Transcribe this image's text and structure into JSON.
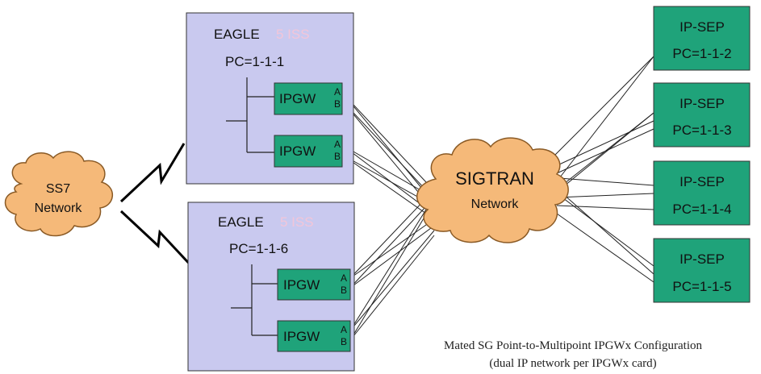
{
  "ss7_cloud": {
    "line1": "SS7",
    "line2": "Network"
  },
  "sigtran_cloud": {
    "line1": "SIGTRAN",
    "line2": "Network"
  },
  "eagle_top": {
    "title": "EAGLE",
    "title_suffix": "5 ISS",
    "pc": "PC=1-1-1",
    "cards": [
      {
        "label": "IPGW",
        "port_a": "A",
        "port_b": "B"
      },
      {
        "label": "IPGW",
        "port_a": "A",
        "port_b": "B"
      }
    ]
  },
  "eagle_bottom": {
    "title": "EAGLE",
    "title_suffix": "5 ISS",
    "pc": "PC=1-1-6",
    "cards": [
      {
        "label": "IPGW",
        "port_a": "A",
        "port_b": "B"
      },
      {
        "label": "IPGW",
        "port_a": "A",
        "port_b": "B"
      }
    ]
  },
  "seps": [
    {
      "title": "IP-SEP",
      "pc": "PC=1-1-2"
    },
    {
      "title": "IP-SEP",
      "pc": "PC=1-1-3"
    },
    {
      "title": "IP-SEP",
      "pc": "PC=1-1-4"
    },
    {
      "title": "IP-SEP",
      "pc": "PC=1-1-5"
    }
  ],
  "caption": {
    "line1": "Mated SG Point-to-Multipoint IPGWx Configuration",
    "line2": "(dual IP network per IPGWx card)"
  },
  "colors": {
    "eagle_fill": "#c9c9ef",
    "card_fill": "#1fa37a",
    "cloud_fill": "#f5b979",
    "suffix_faint": "#f2c6d9"
  }
}
